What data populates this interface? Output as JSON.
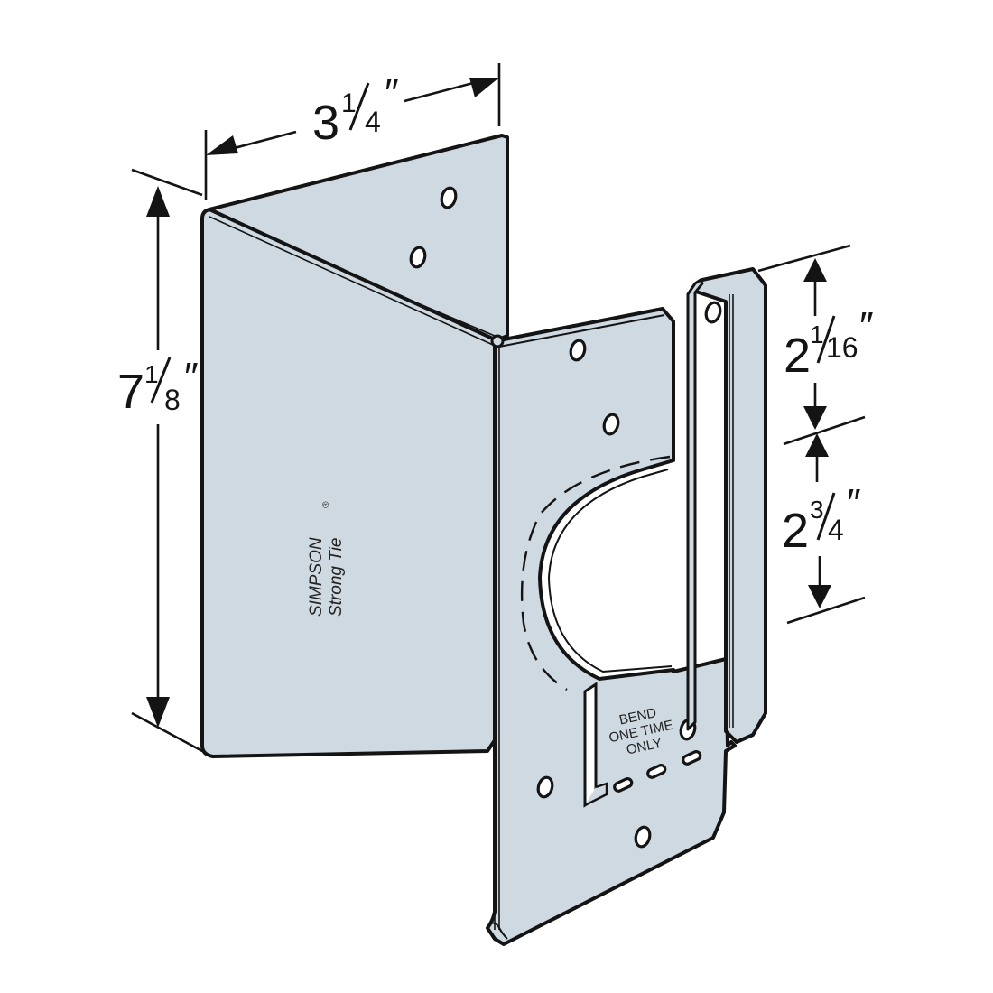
{
  "figure": {
    "subject": "Simpson Strong-Tie sheet-metal connector bracket",
    "colors": {
      "metal": "#cfd9e2",
      "outline": "#141414",
      "background": "#ffffff"
    }
  },
  "dimensions": {
    "width": {
      "whole": "3",
      "num": "1",
      "den": "4",
      "unit": "″",
      "label": "3 1/4\""
    },
    "height": {
      "whole": "7",
      "num": "1",
      "den": "8",
      "unit": "″",
      "label": "7 1/8\""
    },
    "strap_upper": {
      "whole": "2",
      "num": "1",
      "den": "16",
      "unit": "″",
      "label": "2 1/16\""
    },
    "strap_lower": {
      "whole": "2",
      "num": "3",
      "den": "4",
      "unit": "″",
      "label": "2 3/4\""
    }
  },
  "markings": {
    "brand_line1": "SIMPSON",
    "brand_line2": "Strong Tie",
    "registered": "®",
    "bend_line1": "BEND",
    "bend_line2": "ONE TIME",
    "bend_line3": "ONLY"
  }
}
